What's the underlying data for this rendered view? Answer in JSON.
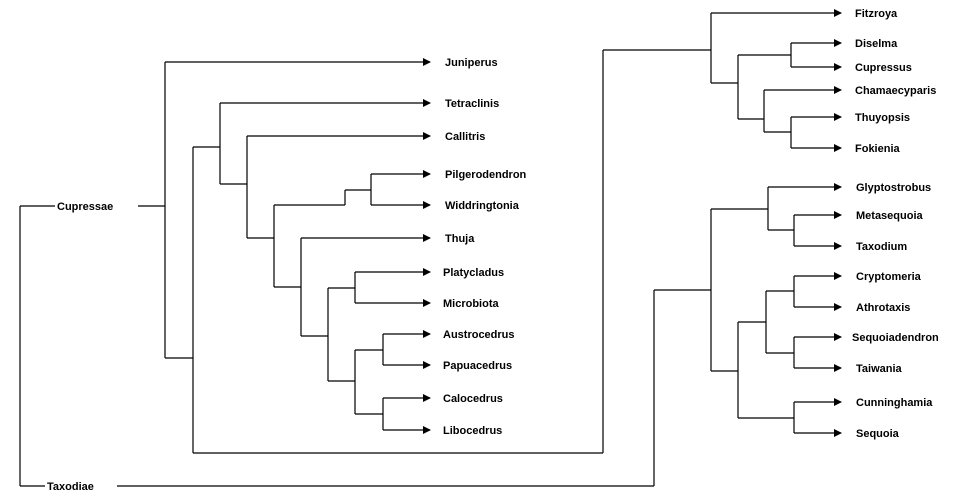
{
  "groups": {
    "cupressae": "Cupressae",
    "taxodiae": "Taxodiae"
  },
  "taxa": {
    "juniperus": "Juniperus",
    "tetraclinis": "Tetraclinis",
    "callitris": "Callitris",
    "pilgerodendron": "Pilgerodendron",
    "widdringtonia": "Widdringtonia",
    "thuja": "Thuja",
    "platycladus": "Platycladus",
    "microbiota": "Microbiota",
    "austrocedrus": "Austrocedrus",
    "papuacedrus": "Papuacedrus",
    "calocedrus": "Calocedrus",
    "libocedrus": "Libocedrus",
    "fitzroya": "Fitzroya",
    "diselma": "Diselma",
    "cupressus": "Cupressus",
    "chamaecyparis": "Chamaecyparis",
    "thuyopsis": "Thuyopsis",
    "fokienia": "Fokienia",
    "glyptostrobus": "Glyptostrobus",
    "metasequoia": "Metasequoia",
    "taxodium": "Taxodium",
    "cryptomeria": "Cryptomeria",
    "athrotaxis": "Athrotaxis",
    "sequoiadendron": "Sequoiadendron",
    "taiwania": "Taiwania",
    "cunninghamia": "Cunninghamia",
    "sequoia": "Sequoia"
  },
  "colors": {
    "line": "#000000",
    "text": "#000000",
    "background": "#ffffff"
  }
}
